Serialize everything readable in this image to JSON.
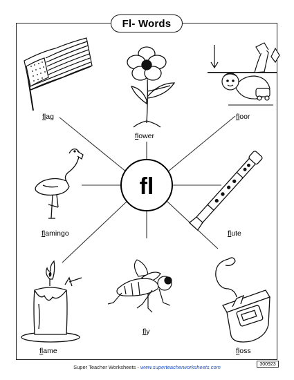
{
  "worksheet": {
    "title": "Fl- Words",
    "center_label": "fl",
    "words": [
      {
        "id": "flag",
        "prefix": "fl",
        "rest": "ag"
      },
      {
        "id": "flower",
        "prefix": "fl",
        "rest": "ower"
      },
      {
        "id": "floor",
        "prefix": "fl",
        "rest": "oor"
      },
      {
        "id": "flamingo",
        "prefix": "fl",
        "rest": "amingo"
      },
      {
        "id": "flute",
        "prefix": "fl",
        "rest": "ute"
      },
      {
        "id": "flame",
        "prefix": "fl",
        "rest": "ame"
      },
      {
        "id": "fly",
        "prefix": "fl",
        "rest": "y"
      },
      {
        "id": "floss",
        "prefix": "fl",
        "rest": "oss"
      }
    ]
  },
  "footer": {
    "brand": "Super Teacher Worksheets - ",
    "site": "www.superteacherworksheets.com",
    "code": "300923"
  },
  "icons": [
    "flag-picture",
    "flower-picture",
    "floor-picture",
    "flamingo-picture",
    "flute-picture",
    "flame-picture",
    "fly-picture",
    "floss-picture"
  ]
}
